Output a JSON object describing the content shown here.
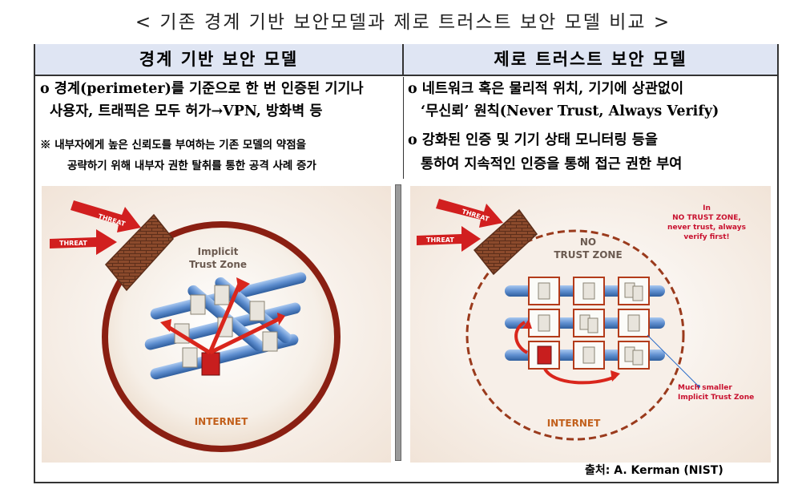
{
  "title": "< 기존 경계 기반 보안모델과 제로 트러스트 보안 모델 비교 >",
  "left": {
    "header": "경계 기반 보안 모델",
    "bullet_line1": "o 경계(perimeter)를 기준으로 한 번 인증된 기기나",
    "bullet_line2": "사용자, 트래픽은 모두 허가→VPN, 방화벽 등",
    "note_line1": "※ 내부자에게 높은 신뢰도를 부여하는 기존 모델의 약점을",
    "note_line2": "공략하기 위해 내부자 권한 탈취를 통한 공격 사례 증가",
    "diagram": {
      "threat1": "THREAT",
      "threat2": "THREAT",
      "zone_line1": "Implicit",
      "zone_line2": "Trust Zone",
      "internet": "INTERNET"
    }
  },
  "right": {
    "header": "제로 트러스트 보안 모델",
    "bullet1_line1": "o 네트워크 혹은 물리적 위치, 기기에 상관없이",
    "bullet1_line2": "‘무신뢰’ 원칙(Never Trust, Always Verify)",
    "bullet2_line1": "o 강화된 인증 및 기기 상태 모니터링 등을",
    "bullet2_line2": "통하여 지속적인 인증을  통해 접근 권한 부여",
    "diagram": {
      "threat1": "THREAT",
      "threat2": "THREAT",
      "zone_line1": "NO",
      "zone_line2": "TRUST ZONE",
      "callout_line1": "In",
      "callout_line2": "NO TRUST ZONE,",
      "callout_line3": "never trust, always",
      "callout_line4": "verify first!",
      "smaller_line1": "Much smaller",
      "smaller_line2": "Implicit Trust Zone",
      "internet": "INTERNET"
    }
  },
  "source": "출처: A. Kerman (NIST)",
  "colors": {
    "header_bg": "#dfe5f3",
    "threat_red": "#d11f1f",
    "brick": "#8b4a2c",
    "pipe": "#5f8fd0",
    "zone_text": "#6b5a50",
    "internet": "#c2601c",
    "callout_red": "#c8102e",
    "note_blue": "#2a6cc9"
  }
}
